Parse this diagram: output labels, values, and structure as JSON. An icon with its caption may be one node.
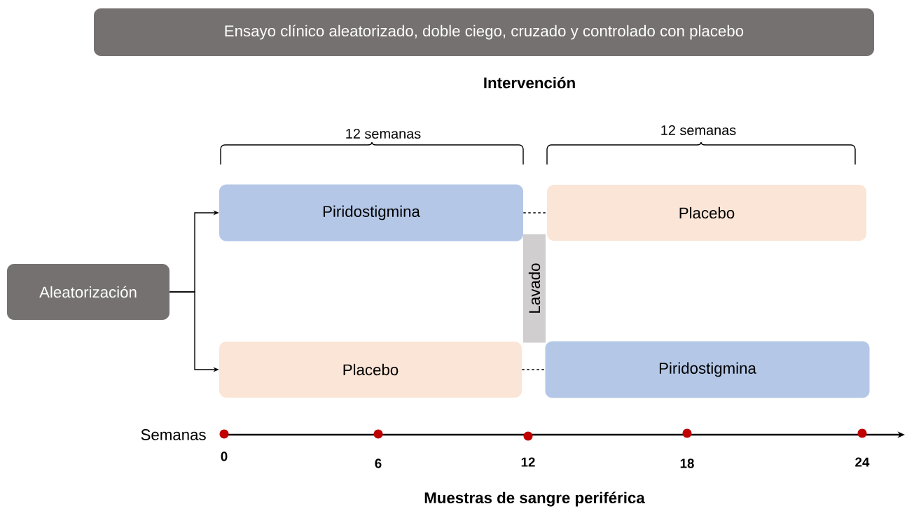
{
  "diagram": {
    "nodes": [
      {
        "text": [
          "Ensayo clínico aleatorizado, doble ciego, cruzado y controlado con placebo"
        ]
      },
      {
        "text": [
          "Aleatorización"
        ]
      },
      {
        "text": [
          "Piridostigmina"
        ]
      },
      {
        "text": [
          "Placebo"
        ]
      },
      {
        "text": [
          "Placebo"
        ]
      },
      {
        "text": [
          "Piridostigmina"
        ]
      },
      {
        "text": [
          "Lavado"
        ]
      }
    ],
    "edges": [
      {
        "from": 1,
        "to": 2,
        "arrow": "to"
      },
      {
        "from": 1,
        "to": 4,
        "arrow": "to"
      },
      {
        "from": 2,
        "to": 3,
        "arrow": "none",
        "style": "dashed"
      },
      {
        "from": 4,
        "to": 5,
        "arrow": "none",
        "style": "dashed"
      }
    ],
    "labels": [
      "Intervención",
      "12 semanas",
      "12 semanas",
      "Semanas",
      "0",
      "6",
      "12",
      "18",
      "24",
      "Muestras de sangre periférica"
    ]
  }
}
